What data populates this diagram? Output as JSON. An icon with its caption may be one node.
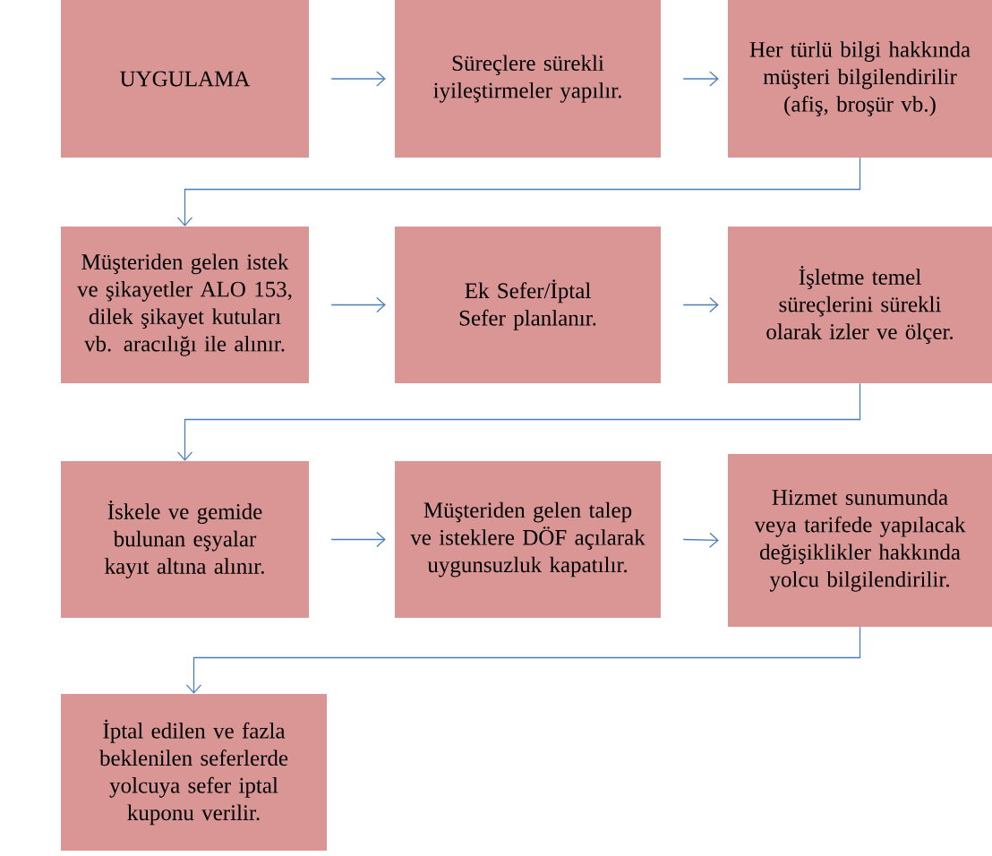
{
  "diagram": {
    "nodes": [
      {
        "text": [
          "UYGULAMA"
        ]
      },
      {
        "text": [
          "Süreçlere sürekli iyileştirmeler yapılır."
        ]
      },
      {
        "text": [
          "Her türlü bilgi hakkında müşteri bilgilendirilir (afiş, broşür vb.)"
        ]
      },
      {
        "text": [
          "Müşteriden gelen istek ve şikayetler ALO 153, dilek şikayet kutuları vb. aracılığı ile alınır."
        ]
      },
      {
        "text": [
          "Ek Sefer/İptal Sefer planlanır."
        ]
      },
      {
        "text": [
          "İşletme temel süreçlerini sürekli olarak izler ve ölçer."
        ]
      },
      {
        "text": [
          "İskele ve gemide bulunan eşyalar kayıt altına alınır."
        ]
      },
      {
        "text": [
          "Müşteriden gelen talep ve isteklere DÖF açılarak uygunsuzluk kapatılır."
        ]
      },
      {
        "text": [
          "Hizmet sunumunda veya tarifede yapılacak değişiklikler hakkında yolcu bilgilendirilir."
        ]
      },
      {
        "text": [
          "İptal edilen ve fazla beklenilen seferlerde yolcuya sefer iptal kuponu verilir."
        ]
      }
    ],
    "edges": [
      {
        "from": 0,
        "to": 1,
        "arrow": "to"
      },
      {
        "from": 1,
        "to": 2,
        "arrow": "to"
      },
      {
        "from": 2,
        "to": 3,
        "arrow": "to"
      },
      {
        "from": 3,
        "to": 4,
        "arrow": "to"
      },
      {
        "from": 4,
        "to": 5,
        "arrow": "to"
      },
      {
        "from": 5,
        "to": 6,
        "arrow": "to"
      },
      {
        "from": 6,
        "to": 7,
        "arrow": "to"
      },
      {
        "from": 7,
        "to": 8,
        "arrow": "to"
      },
      {
        "from": 8,
        "to": 9,
        "arrow": "to"
      }
    ]
  }
}
